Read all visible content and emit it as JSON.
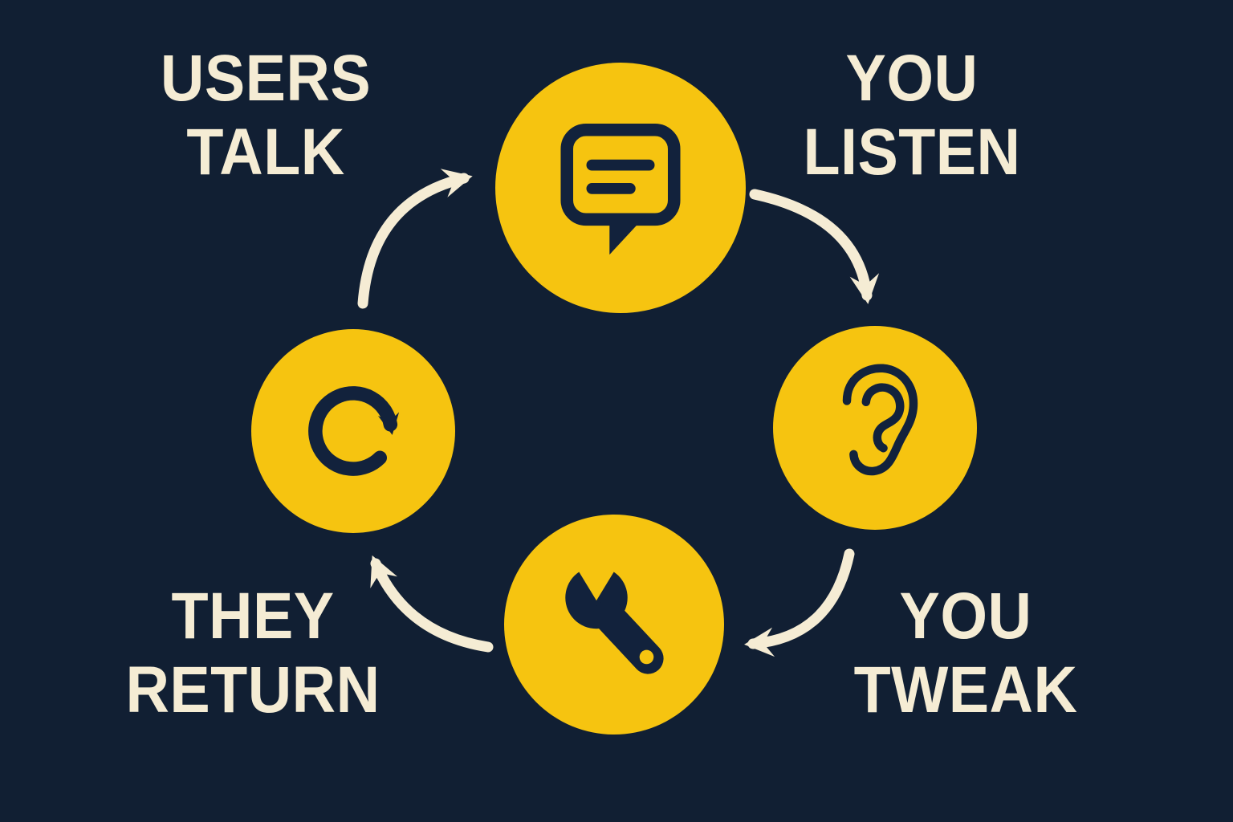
{
  "diagram": {
    "type": "cycle",
    "colors": {
      "background": "#111f33",
      "node_fill": "#f6c410",
      "icon": "#12223c",
      "arrow": "#f5ecd4",
      "text": "#f5ecd4"
    },
    "nodes": [
      {
        "id": "users-talk",
        "label_line1": "USERS",
        "label_line2": "TALK",
        "icon": "chat-bubble-icon"
      },
      {
        "id": "you-listen",
        "label_line1": "YOU",
        "label_line2": "LISTEN",
        "icon": "ear-icon"
      },
      {
        "id": "you-tweak",
        "label_line1": "YOU",
        "label_line2": "TWEAK",
        "icon": "wrench-icon"
      },
      {
        "id": "they-return",
        "label_line1": "THEY",
        "label_line2": "RETURN",
        "icon": "refresh-icon"
      }
    ],
    "arrows": [
      {
        "from": "users-talk",
        "to": "you-listen"
      },
      {
        "from": "you-listen",
        "to": "you-tweak"
      },
      {
        "from": "you-tweak",
        "to": "they-return"
      },
      {
        "from": "they-return",
        "to": "users-talk"
      }
    ]
  }
}
